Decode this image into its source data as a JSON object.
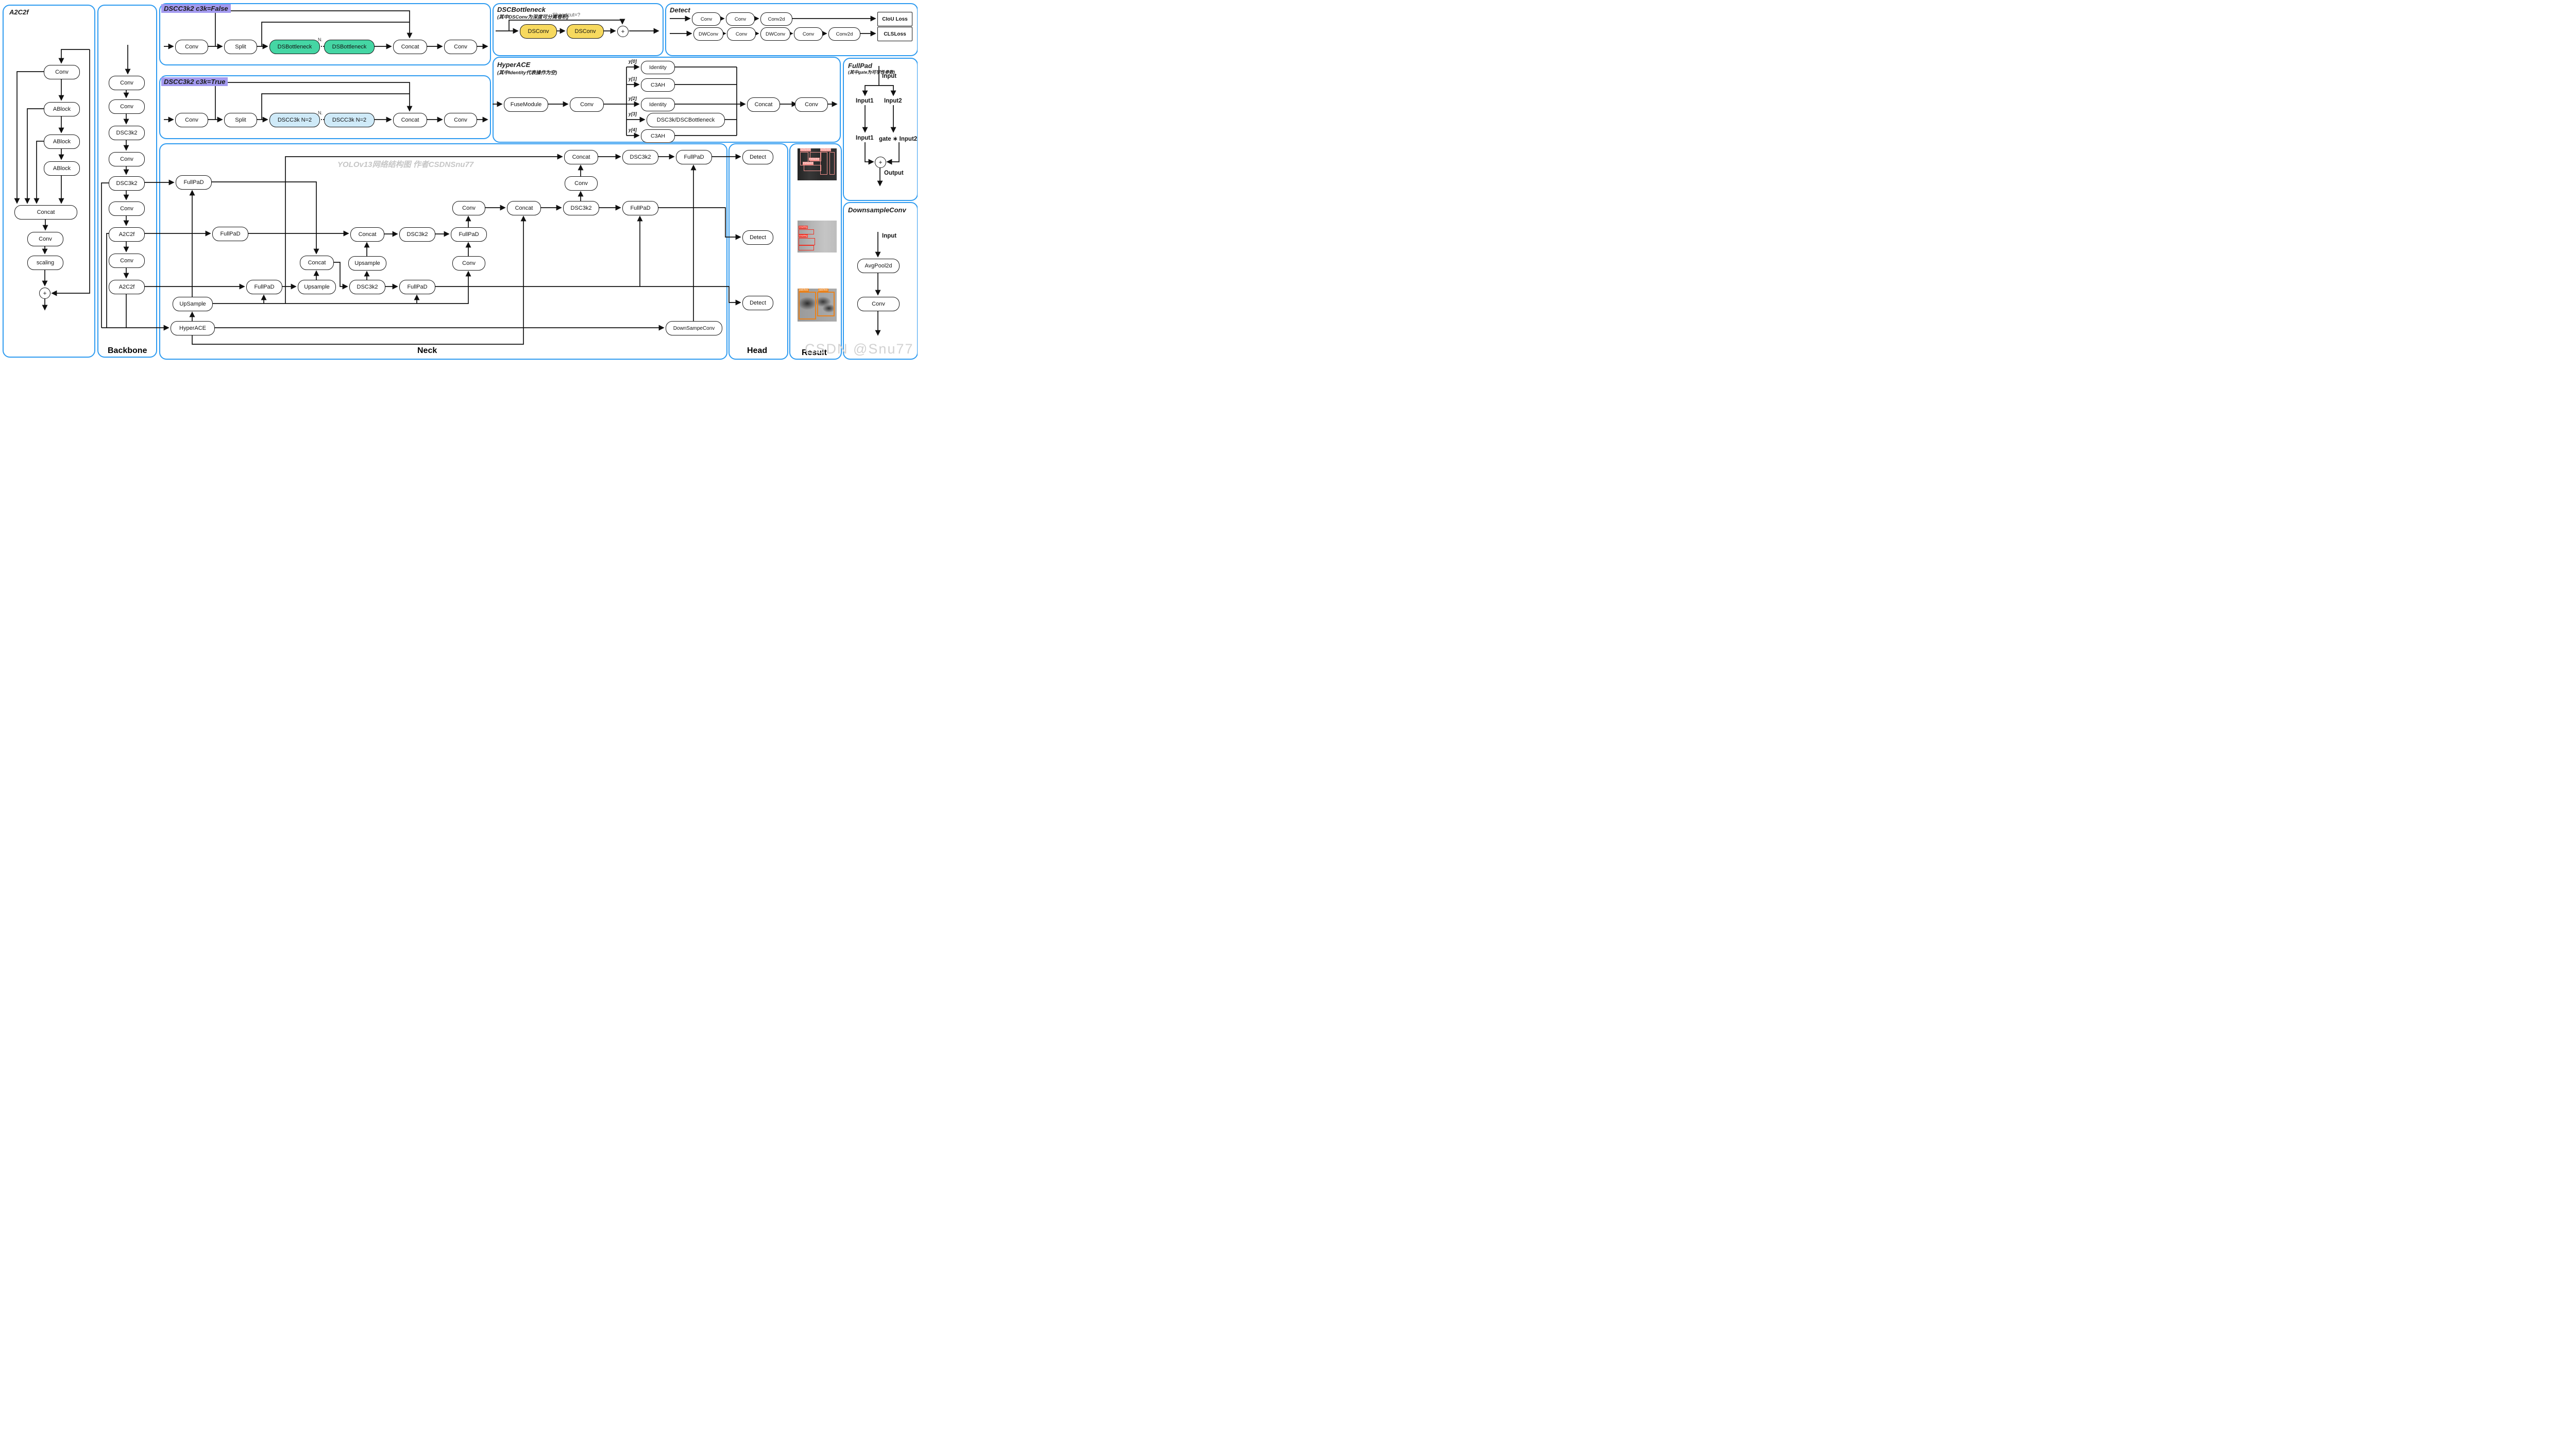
{
  "watermarks": {
    "center": "YOLOv13网络结构图 作者CSDNSnu77",
    "corner": "CSDN @Snu77"
  },
  "colors": {
    "panel_border": "#2e9bf0",
    "teal": "#45d6a4",
    "light_blue": "#cfeaf8",
    "yellow": "#f7d95e",
    "purple_title": "#a39af0",
    "inclusion": "#f2918c",
    "crazing": "#ee3124",
    "patches": "#e8821e"
  },
  "a2c2f": {
    "title": "A2C2f",
    "nodes": {
      "conv1": "Conv",
      "ablock1": "ABlock",
      "ablock2": "ABlock",
      "ablock3": "ABlock",
      "concat": "Concat",
      "conv2": "Conv",
      "scaling": "scaling",
      "plus": "+"
    }
  },
  "backbone": {
    "label": "Backbone",
    "nodes": {
      "conv1": "Conv",
      "conv2": "Conv",
      "dsc3k2_1": "DSC3k2",
      "conv3": "Conv",
      "dsc3k2_2": "DSC3k2",
      "conv4": "Conv",
      "a2c2f_1": "A2C2f",
      "conv5": "Conv",
      "a2c2f_2": "A2C2f"
    }
  },
  "dscc3k2_false": {
    "title": "DSCC3k2  c3k=False",
    "repeat_label": "N.",
    "nodes": {
      "conv_in": "Conv",
      "split": "Split",
      "block1": "DSBottleneck",
      "block2": "DSBottleneck",
      "concat": "Concat",
      "conv_out": "Conv"
    }
  },
  "dscc3k2_true": {
    "title": "DSCC3k2  c3k=True",
    "repeat_label": "N.",
    "nodes": {
      "conv_in": "Conv",
      "split": "Split",
      "block1": "DSCC3k  N=2",
      "block2": "DSCC3k  N=2",
      "concat": "Concat",
      "conv_out": "Conv"
    }
  },
  "dscbottleneck": {
    "title": "DSCBottleneck",
    "subtitle": "(其中DSConv为深度可分离卷积)",
    "shortcut_label": "Shoartcut=?",
    "nodes": {
      "dsconv1": "DSConv",
      "dsconv2": "DSConv",
      "plus": "+"
    }
  },
  "detect_block": {
    "title": "Detect",
    "row1": {
      "conv1": "Conv",
      "conv2": "Conv",
      "conv2d": "Conv2d",
      "loss": "CIoU Loss"
    },
    "row2": {
      "dwconv1": "DWConv",
      "conv1": "Conv",
      "dwconv2": "DWConv",
      "conv2": "Conv",
      "conv2d": "Conv2d",
      "loss": "CLSLoss"
    }
  },
  "hyperace": {
    "title": "HyperACE",
    "subtitle": "(其中Identity代表操作为空)",
    "branch_labels": [
      "y[0]",
      "y[1]",
      "y[2]",
      "y[3]",
      "y[4]"
    ],
    "nodes": {
      "fusemodule": "FuseModule",
      "conv_in": "Conv",
      "identity0": "Identity",
      "c3ah1": "C3AH",
      "identity2": "Identity",
      "dsc3k": "DSC3k/DSCBottleneck",
      "c3ah4": "C3AH",
      "concat": "Concat",
      "conv_out": "Conv"
    }
  },
  "fullpad": {
    "title": "FullPad",
    "subtitle": "(其中gate为可学性参数)",
    "labels": {
      "input": "Input",
      "input1": "Input1",
      "input2": "Input2",
      "input1b": "Input1",
      "gate_input2": "gate ∗ Input2",
      "output": "Output",
      "plus": "+"
    }
  },
  "neck": {
    "label": "Neck",
    "nodes": {
      "fullpad_a": "FullPaD",
      "fullpad_b": "FullPaD",
      "fullpad_c": "FullPaD",
      "upsample_s": "UpSample",
      "hyperace": "HyperACE",
      "upsample_b": "Upsample",
      "concat_u": "Concat",
      "dsc3k2_l": "DSC3k2",
      "fullpad_d": "FullPaD",
      "upsample_m": "Upsample",
      "concat_m": "Concat",
      "dsc3k2_m": "DSC3k2",
      "fullpad_e": "FullPaD",
      "conv_up": "Conv",
      "conv_b": "Conv",
      "concat_b": "Concat",
      "dsc3k2_b": "DSC3k2",
      "fullpad_b2": "FullPaD",
      "conv_pc": "Conv",
      "concat_a": "Concat",
      "dsc3k2_a": "DSC3k2",
      "fullpad_a2": "FullPaD",
      "downsampeconv": "DownSampeConv"
    }
  },
  "head": {
    "label": "Head",
    "nodes": {
      "detect1": "Detect",
      "detect2": "Detect",
      "detect3": "Detect"
    }
  },
  "result": {
    "label": "Result",
    "images": [
      {
        "labels": [
          "inclusion",
          "inclusion",
          "inclusion",
          "inclusion"
        ]
      },
      {
        "labels": [
          "crazing",
          "crazing"
        ]
      },
      {
        "labels": [
          "patches",
          "patches"
        ]
      }
    ]
  },
  "downsampleconv": {
    "title": "DownsampleConv",
    "input_label": "Input",
    "nodes": {
      "avgpool": "AvgPool2d",
      "conv": "Conv"
    }
  }
}
